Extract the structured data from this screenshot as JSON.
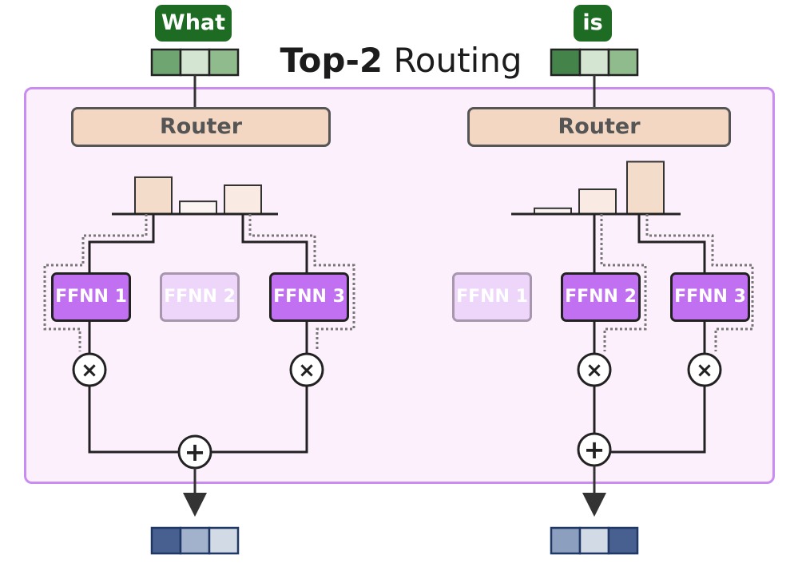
{
  "title": {
    "bold": "Top-2",
    "rest": "Routing"
  },
  "colors": {
    "token_tag": "#1e6b23",
    "panel_fill": "#fdf0fd",
    "panel_border": "#c98cf0",
    "router_fill": "#f3d7c2",
    "expert_active": "#c070f0",
    "expert_inactive": "#edd6fa",
    "output_blue": "#3d5a8a"
  },
  "examples": [
    {
      "token": "What",
      "input_shades": [
        "#6fa571",
        "#d4e5d2",
        "#8fbb8d"
      ],
      "router_label": "Router",
      "router_probabilities": [
        0.64,
        0.22,
        0.5
      ],
      "experts": [
        {
          "label": "FFNN 1",
          "selected": true
        },
        {
          "label": "FFNN 2",
          "selected": false
        },
        {
          "label": "FFNN 3",
          "selected": true
        }
      ],
      "multiply_symbol": "×",
      "add_symbol": "+",
      "output_shades": [
        "#48608f",
        "#a3b2cc",
        "#d2dae6"
      ]
    },
    {
      "token": "is",
      "input_shades": [
        "#44844a",
        "#d4e5d2",
        "#8fbb8d"
      ],
      "router_label": "Router",
      "router_probabilities": [
        0.1,
        0.43,
        0.91
      ],
      "experts": [
        {
          "label": "FFNN 1",
          "selected": false
        },
        {
          "label": "FFNN 2",
          "selected": true
        },
        {
          "label": "FFNN 3",
          "selected": true
        }
      ],
      "multiply_symbol": "×",
      "add_symbol": "+",
      "output_shades": [
        "#8d9fbe",
        "#d2dae6",
        "#48608f"
      ]
    }
  ]
}
